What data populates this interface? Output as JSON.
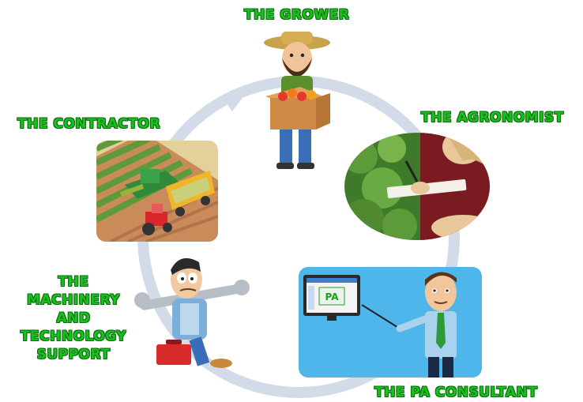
{
  "roles": {
    "grower": {
      "label": "THE GROWER"
    },
    "agronomist": {
      "label": "THE AGRONOMIST"
    },
    "pa_consultant": {
      "label": "THE PA CONSULTANT",
      "screen_text": "PA"
    },
    "machinery": {
      "label_lines": [
        "THE",
        "MACHINERY",
        "AND",
        "TECHNOLOGY",
        "SUPPORT"
      ]
    },
    "contractor": {
      "label": "THE CONTRACTOR"
    }
  },
  "colors": {
    "label_fill": "#16c21a",
    "label_outline": "#0b6b10",
    "cycle_ring": "#d4dbe8"
  }
}
